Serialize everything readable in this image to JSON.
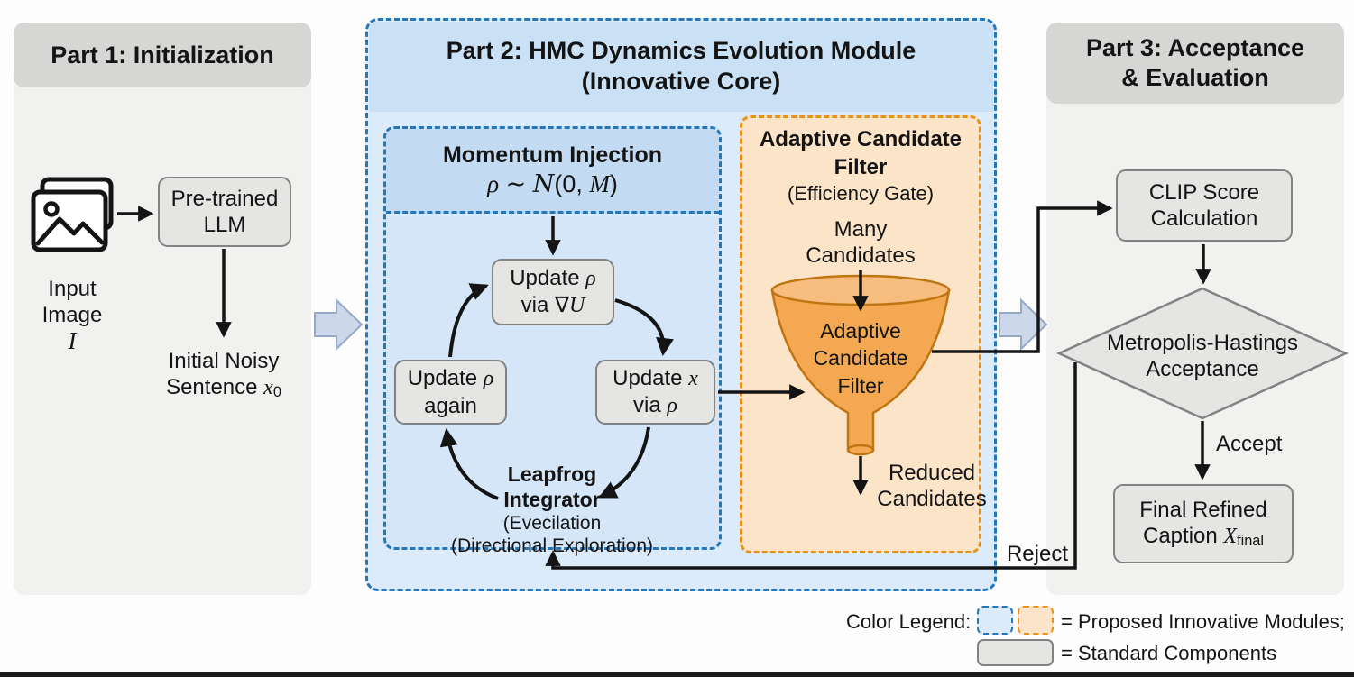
{
  "part1": {
    "title": "Part 1: Initialization",
    "input_label": "Input\nImage",
    "input_symbol": "I",
    "llm_box": "Pre-trained\nLLM",
    "noisy_line1": "Initial Noisy",
    "noisy_line2": [
      {
        "t": "Sentence "
      },
      {
        "t": "x",
        "c": "m"
      },
      {
        "t": "0",
        "c": "sb"
      }
    ]
  },
  "part2": {
    "title": "Part 2: HMC Dynamics Evolution Module",
    "subtitle": "(Innovative Core)",
    "momentum_title": "Momentum Injection",
    "momentum_formula": [
      {
        "t": "ρ",
        "c": "m"
      },
      {
        "t": " ∼ "
      },
      {
        "t": "N",
        "c": "scr"
      },
      {
        "t": "(0, "
      },
      {
        "t": "M",
        "c": "m"
      },
      {
        "t": ")"
      }
    ],
    "update_rho_line1": [
      {
        "t": "Update "
      },
      {
        "t": "ρ",
        "c": "m"
      }
    ],
    "update_rho_line2": [
      {
        "t": "via "
      },
      {
        "t": "∇"
      },
      {
        "t": "U",
        "c": "m"
      }
    ],
    "update_x_line1": [
      {
        "t": "Update "
      },
      {
        "t": "x",
        "c": "m"
      }
    ],
    "update_x_line2": [
      {
        "t": "via "
      },
      {
        "t": "ρ",
        "c": "m"
      }
    ],
    "update_again_line1": [
      {
        "t": "Update "
      },
      {
        "t": "ρ",
        "c": "m"
      }
    ],
    "update_again_line2": "again",
    "leapfrog_line1": "Leapfrog",
    "leapfrog_line2": "Integrator",
    "leapfrog_line3": "(Evecilation",
    "leapfrog_line4": "(Directional Exploration)"
  },
  "acf": {
    "title_line1": "Adaptive Candidate",
    "title_line2": "Filter",
    "subtitle": "(Efficiency Gate)",
    "input_label": "Many\nCandidates",
    "funnel_label": "Adaptive\nCandidate\nFilter",
    "output_label": "Reduced\nCandidates"
  },
  "part3": {
    "title": "Part 3: Acceptance\n& Evaluation",
    "clip_box": "CLIP Score\nCalculation",
    "diamond_label": "Metropolis-Hastings\nAcceptance",
    "accept_label": "Accept",
    "reject_label": "Reject",
    "final_line1": "Final Refined",
    "final_line2": [
      {
        "t": "Caption "
      },
      {
        "t": "X",
        "c": "m"
      },
      {
        "t": "final",
        "c": "sb"
      }
    ]
  },
  "legend": {
    "label": "Color Legend:",
    "proposed_text": "= Proposed Innovative Modules;",
    "standard_text": "= Standard Components"
  },
  "colors": {
    "blue_border": "#2377bd",
    "blue_fill": "#dcebfa",
    "blue_fill_deep": "#c9e0f5",
    "momentum_fill": "#d4e6f8",
    "momentum_header": "#c3dbf2",
    "orange_border": "#e6921c",
    "orange_fill": "#fbe4c8",
    "funnel_fill": "#f4a851",
    "funnel_top": "#f6bd7e",
    "funnel_stroke": "#bf7612",
    "gray_fill": "#e5e5e3",
    "gray_border": "#828282",
    "panel_fill": "#f1f1ef",
    "panel_header": "#d6d6d4",
    "arrow_color": "#141414",
    "chevron_fill": "#ccd8ea",
    "chevron_stroke": "#97a8c4"
  }
}
